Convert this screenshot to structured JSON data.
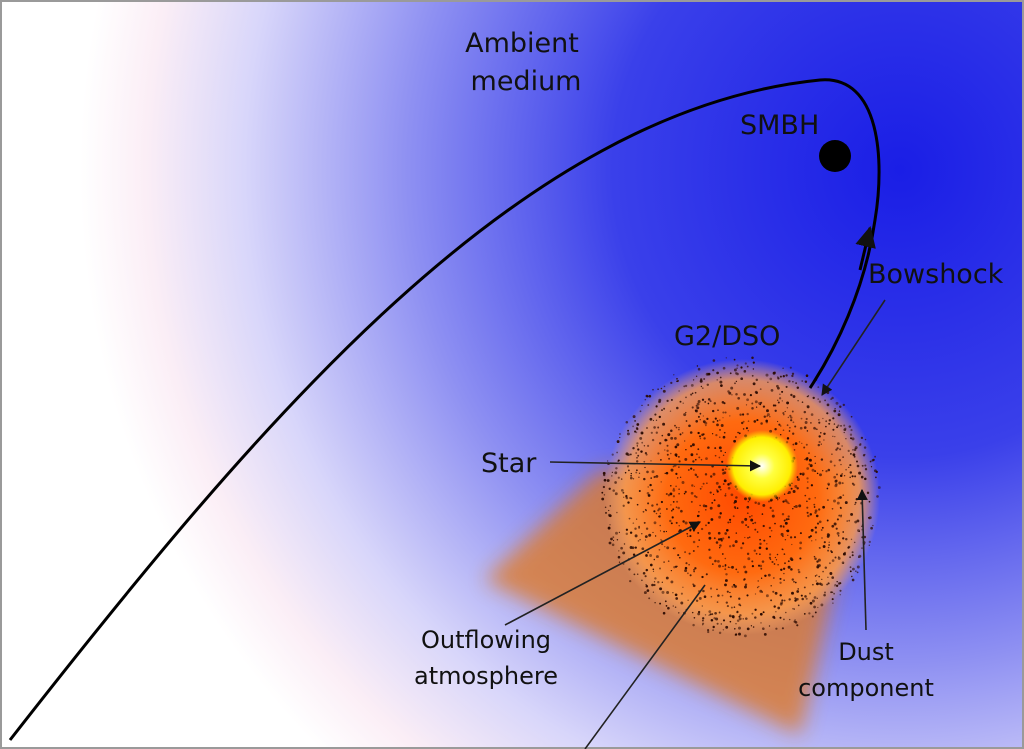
{
  "labels": {
    "ambient_line1": "Ambient",
    "ambient_line2": "medium",
    "smbh": "SMBH",
    "bowshock": "Bowshock",
    "g2dso": "G2/DSO",
    "star": "Star",
    "outflow_line1": "Outflowing",
    "outflow_line2": "atmosphere",
    "dust_line1": "Dust",
    "dust_line2": "component"
  },
  "colors": {
    "medium_blue": "#2a2ee8",
    "star_yellow": "#ffff00",
    "envelope_orange": "#ff6a00",
    "outflow_orange": "#e07a28"
  }
}
